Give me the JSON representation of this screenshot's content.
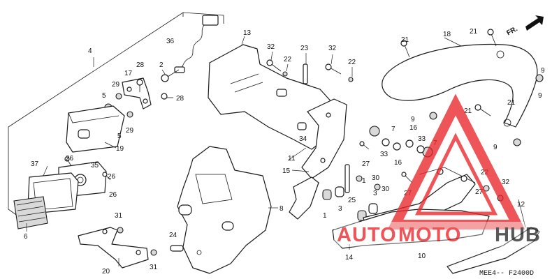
{
  "diagram": {
    "fr_label": "FR.",
    "code": "MEE4-- F2400D",
    "watermark": {
      "text_auto": "AUTO",
      "text_moto": "MOTO",
      "text_hub": "HUB",
      "color_red": "#e8262b",
      "color_dark": "#2b2b2b"
    },
    "labels": {
      "l1": "1",
      "l1b": "1",
      "l2": "2",
      "l3": "3",
      "l3b": "3",
      "l4": "4",
      "l5a": "5",
      "l5b": "5",
      "l6": "6",
      "l7a": "7",
      "l7b": "7",
      "l8": "8",
      "l9a": "9",
      "l9b": "9",
      "l10": "10",
      "l11": "11",
      "l12": "12",
      "l13": "13",
      "l14": "14",
      "l15": "15",
      "l16a": "16",
      "l16b": "16",
      "l17": "17",
      "l18": "18",
      "l19": "19",
      "l20": "20",
      "l21a": "21",
      "l21b": "21",
      "l21c": "21",
      "l22a": "22",
      "l22b": "22",
      "l22c": "22",
      "l23": "23",
      "l24": "24",
      "l25": "25",
      "l26a": "26",
      "l26b": "26",
      "l27a": "27",
      "l27b": "27",
      "l28a": "28",
      "l28b": "28",
      "l29a": "29",
      "l29b": "29",
      "l30a": "30",
      "l30b": "30",
      "l31a": "31",
      "l31b": "31",
      "l32a": "32",
      "l32b": "32",
      "l32c": "32",
      "l33a": "33",
      "l33b": "33",
      "l34": "34",
      "l35": "35",
      "l36": "36",
      "l37": "37"
    }
  }
}
